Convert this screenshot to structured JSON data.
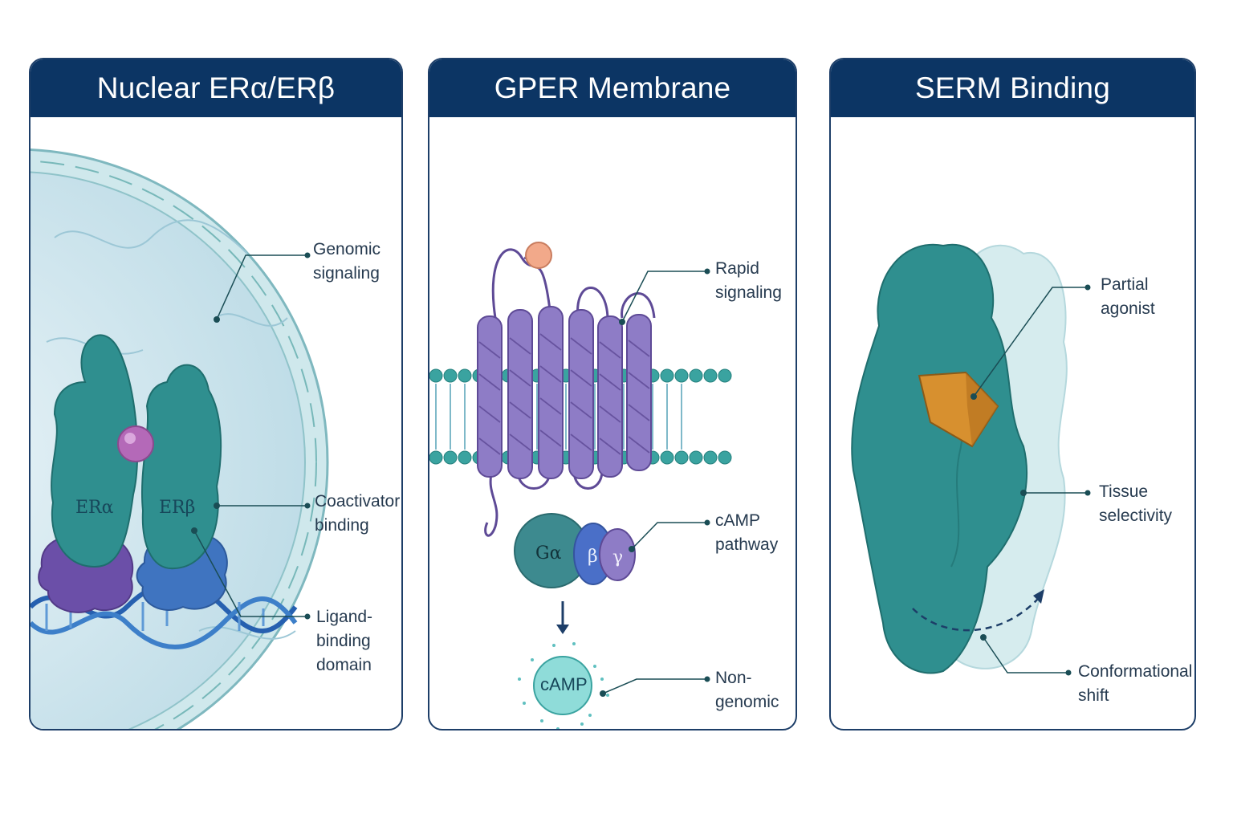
{
  "panels": [
    {
      "title": "Nuclear ERα/ERβ",
      "molecule_labels": [
        "ERα",
        "ERβ"
      ],
      "callouts": [
        {
          "lines": [
            "Genomic",
            "signaling"
          ]
        },
        {
          "lines": [
            "Coactivator",
            "binding"
          ]
        },
        {
          "lines": [
            "Ligand-",
            "binding",
            "domain"
          ]
        }
      ]
    },
    {
      "title": "GPER Membrane",
      "molecule_labels": [
        "Gα",
        "β",
        "γ",
        "cAMP"
      ],
      "callouts": [
        {
          "lines": [
            "Rapid",
            "signaling"
          ]
        },
        {
          "lines": [
            "cAMP",
            "pathway"
          ]
        },
        {
          "lines": [
            "Non-",
            "genomic"
          ]
        }
      ]
    },
    {
      "title": "SERM Binding",
      "callouts": [
        {
          "lines": [
            "Partial",
            "agonist"
          ]
        },
        {
          "lines": [
            "Tissue",
            "selectivity"
          ]
        },
        {
          "lines": [
            "Conformational",
            "shift"
          ]
        }
      ]
    }
  ],
  "colors": {
    "header": "#0c3564",
    "panel_border": "#1d3e68",
    "receptor_teal": "#2f8f8f",
    "coactivator_purple": "#6b4fa8",
    "coactivator_blue": "#3f74c0",
    "ligand_magenta": "#b469b8",
    "gper_helix": "#8e7cc6",
    "serm_ligand": "#d7902f",
    "callout_line": "#1a4d55"
  }
}
